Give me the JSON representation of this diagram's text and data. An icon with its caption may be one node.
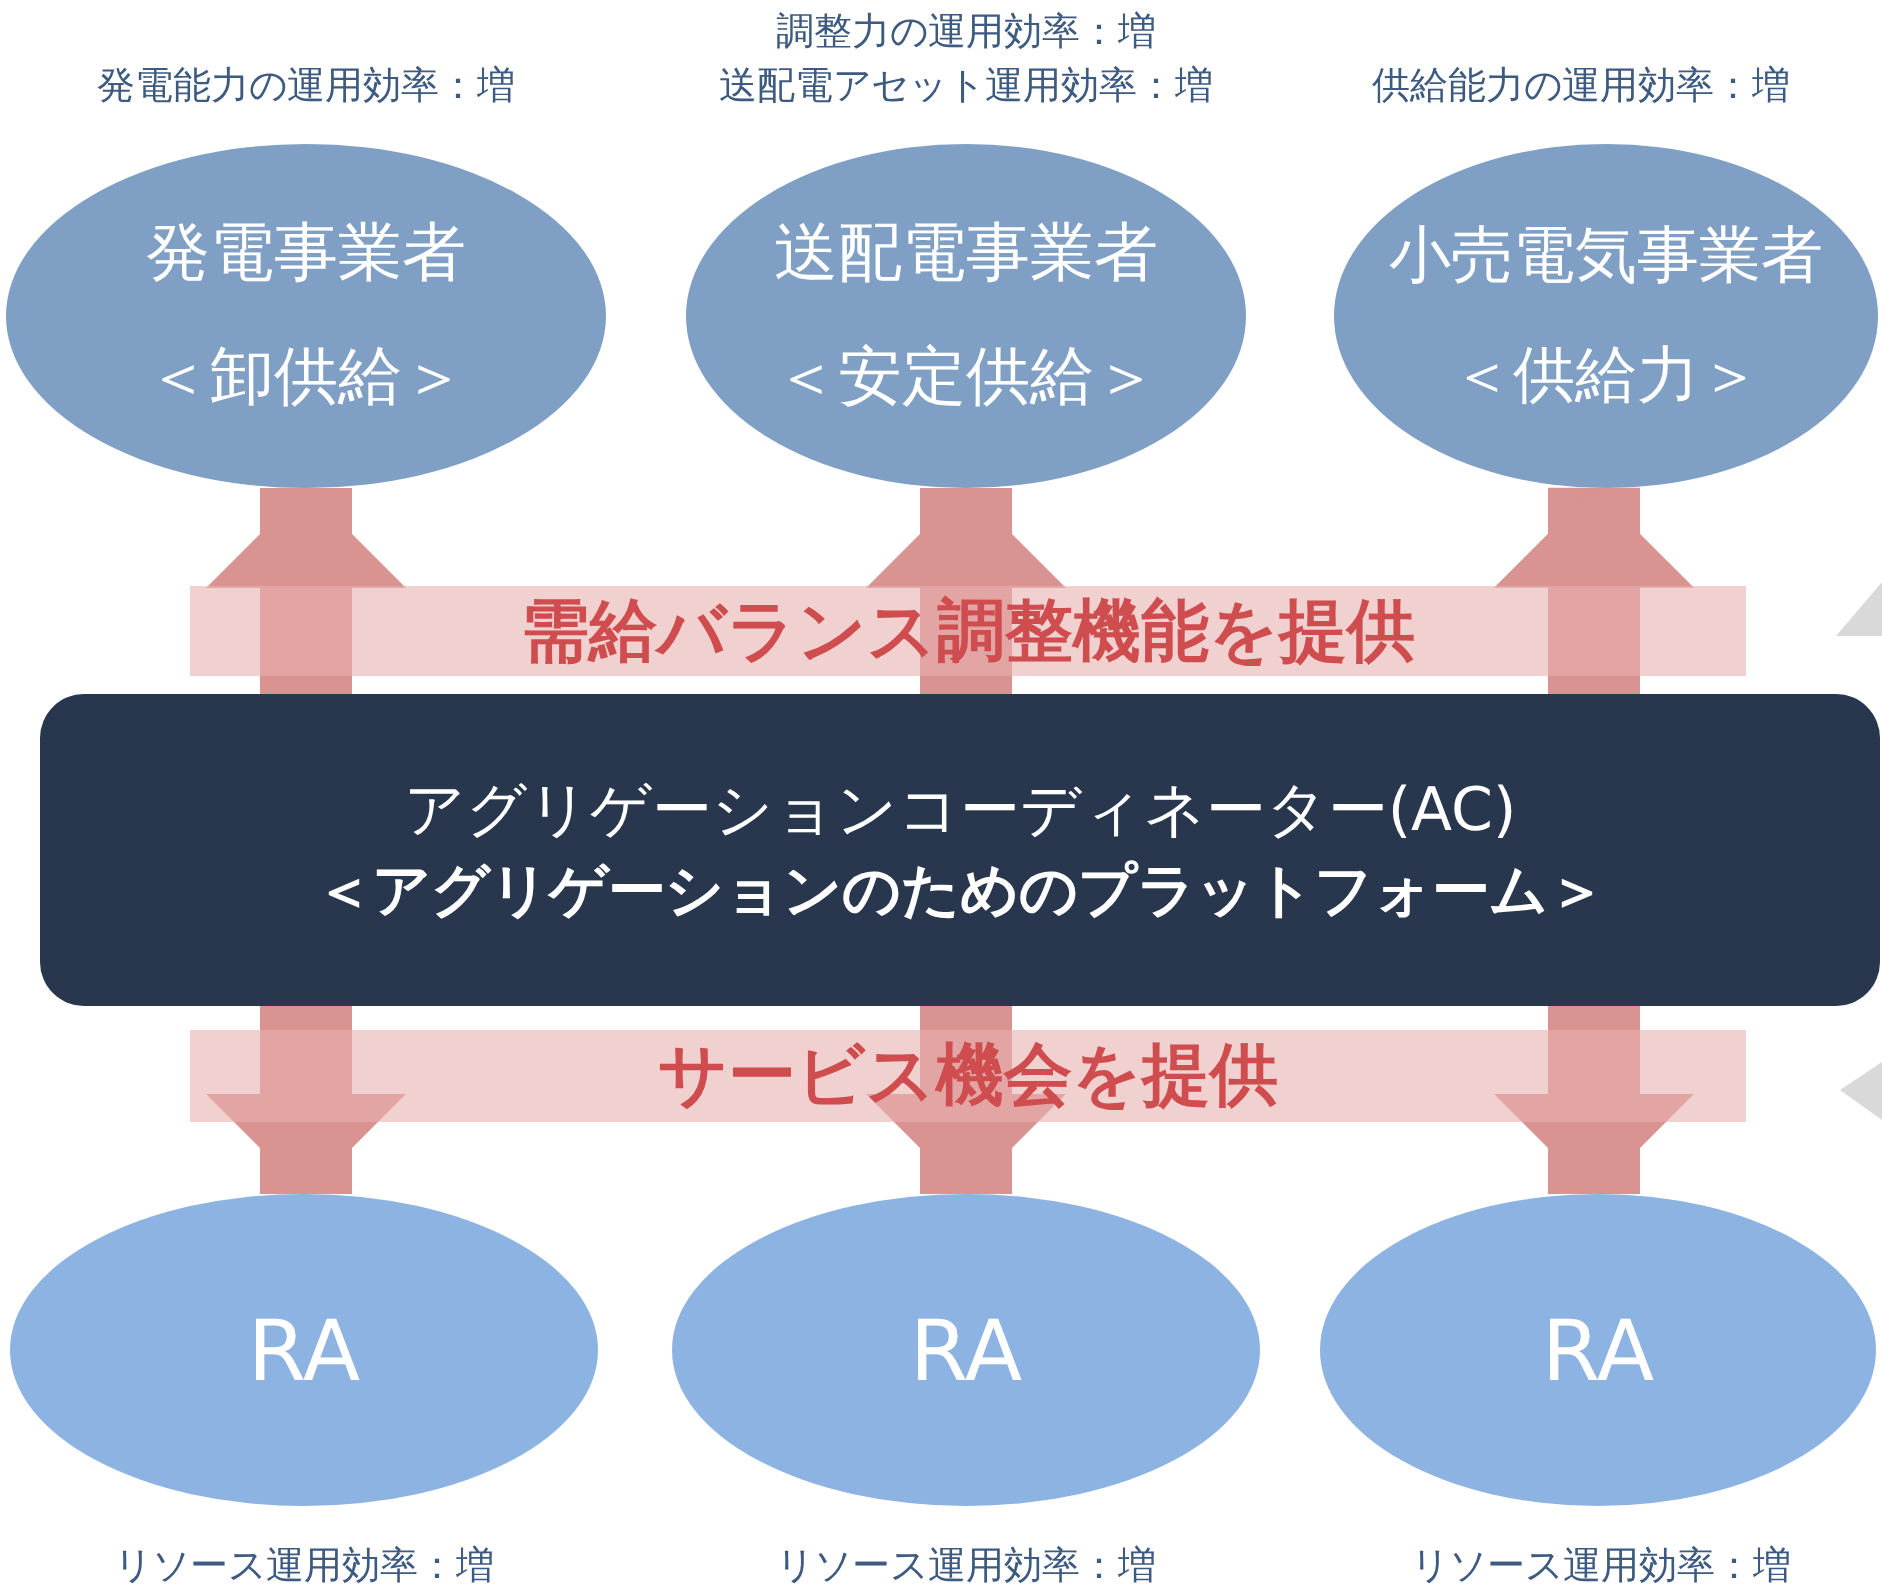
{
  "diagram": {
    "nodes": [
      {
        "text": [
          "発電事業者",
          "＜卸供給＞"
        ],
        "beside": [
          "発電能力の運用効率：増"
        ]
      },
      {
        "text": [
          "送配電事業者",
          "＜安定供給＞"
        ],
        "beside": [
          "調整力の運用効率：増",
          "送配電アセット運用効率：増"
        ]
      },
      {
        "text": [
          "小売電気事業者",
          "＜供給力＞"
        ],
        "beside": [
          "供給能力の運用効率：増"
        ]
      },
      {
        "text": [
          "アグリゲーションコーディネーター(AC)",
          "＜アグリゲーションのためのプラットフォーム＞"
        ]
      },
      {
        "text": [
          "RA"
        ],
        "beside": [
          "リソース運用効率：増"
        ]
      },
      {
        "text": [
          "RA"
        ],
        "beside": [
          "リソース運用効率：増"
        ]
      },
      {
        "text": [
          "RA"
        ],
        "beside": [
          "リソース運用効率：増"
        ]
      }
    ],
    "edges": [
      {
        "from": 3,
        "to": 0,
        "arrow": "both"
      },
      {
        "from": 3,
        "to": 1,
        "arrow": "both"
      },
      {
        "from": 3,
        "to": 2,
        "arrow": "both"
      },
      {
        "from": 3,
        "to": 4,
        "arrow": "both"
      },
      {
        "from": 3,
        "to": 5,
        "arrow": "both"
      },
      {
        "from": 3,
        "to": 6,
        "arrow": "both"
      }
    ],
    "labels": [
      "需給バランス調整機能を提供",
      "サービス機会を提供"
    ]
  }
}
